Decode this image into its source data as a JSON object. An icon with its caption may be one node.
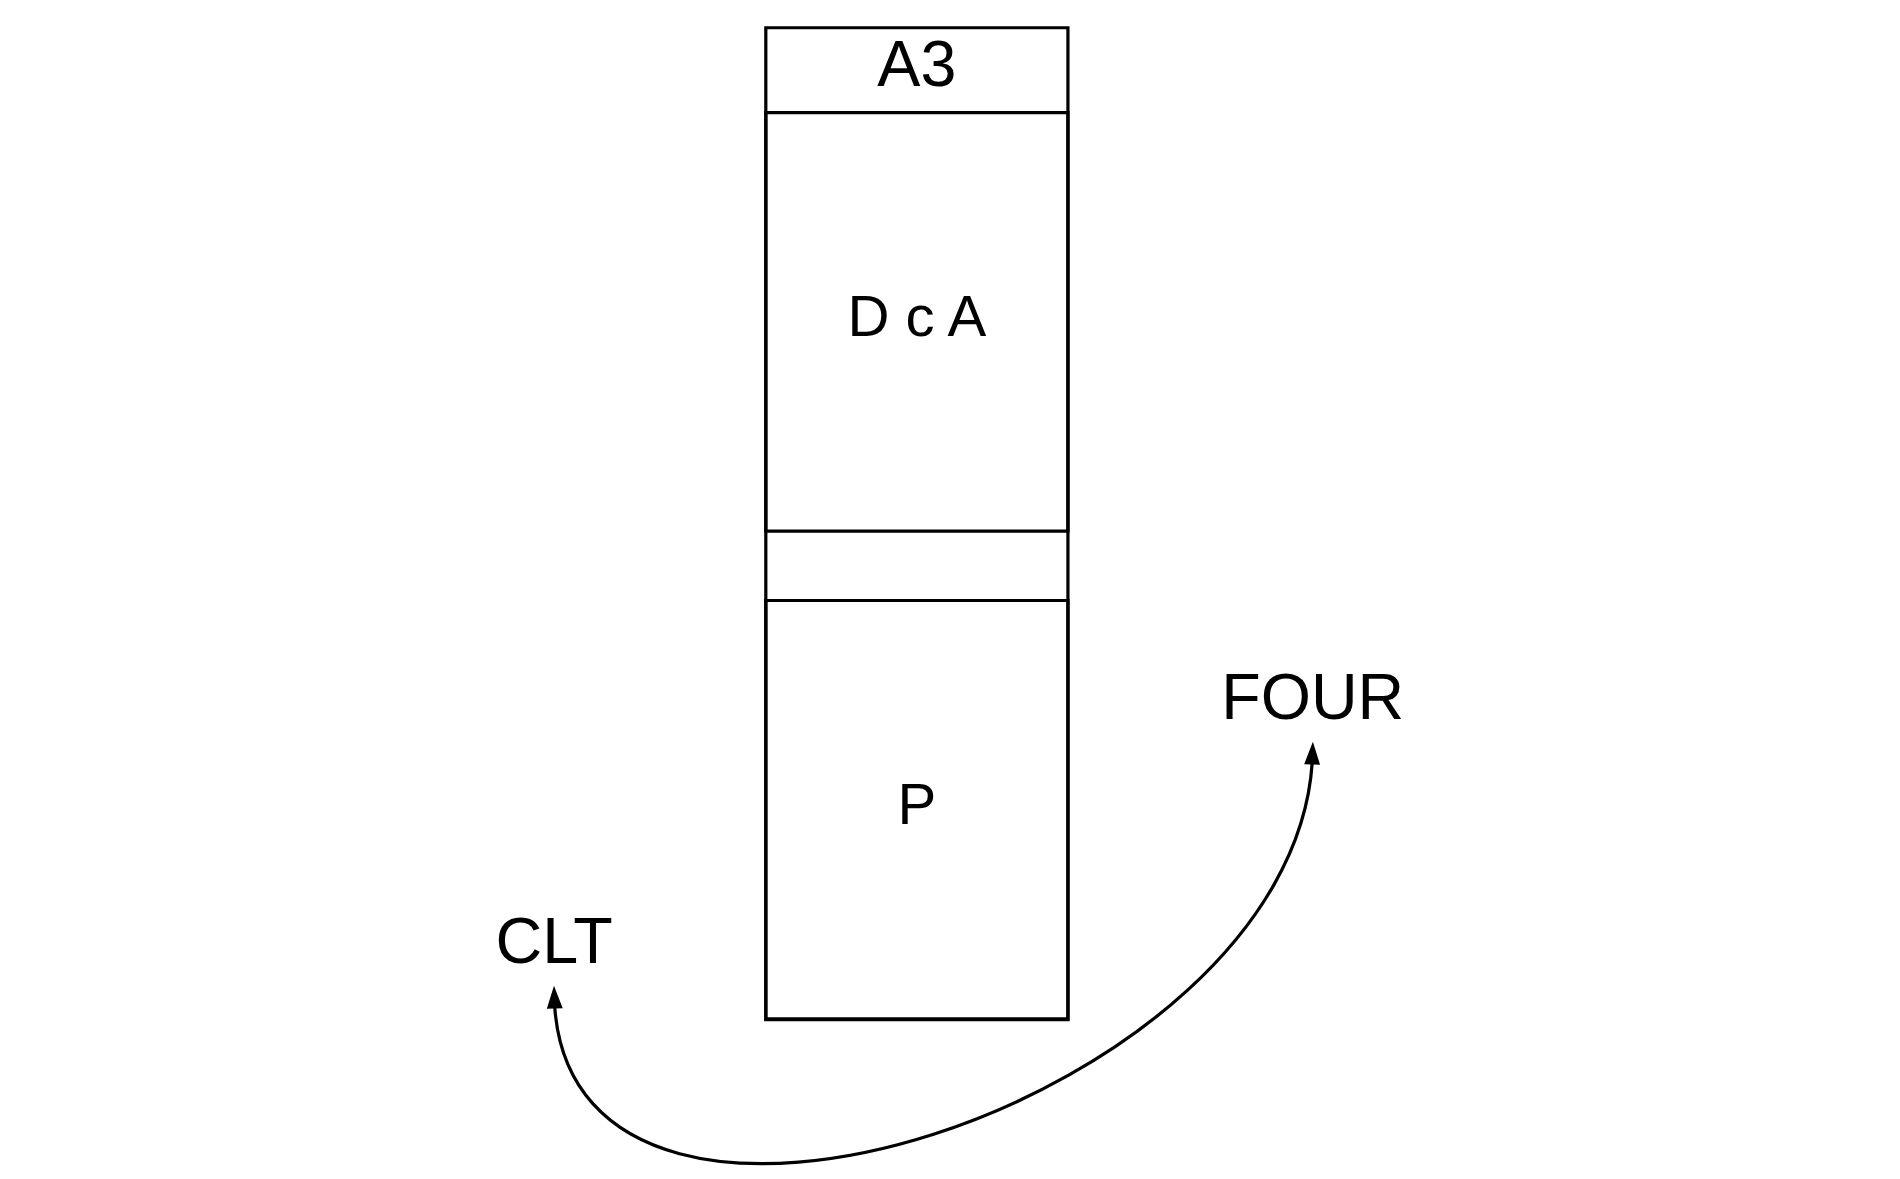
{
  "diagram": {
    "nodes": [
      {
        "text": [
          "A3"
        ]
      },
      {
        "text": [
          "P"
        ],
        "in": 0
      },
      {
        "text": [
          "D c A"
        ],
        "in": 0
      },
      {
        "text": [
          "CLT"
        ]
      },
      {
        "text": [
          "FOUR"
        ]
      }
    ],
    "edges": [
      {
        "from": 3,
        "to": 4,
        "arrow": "both"
      }
    ]
  }
}
